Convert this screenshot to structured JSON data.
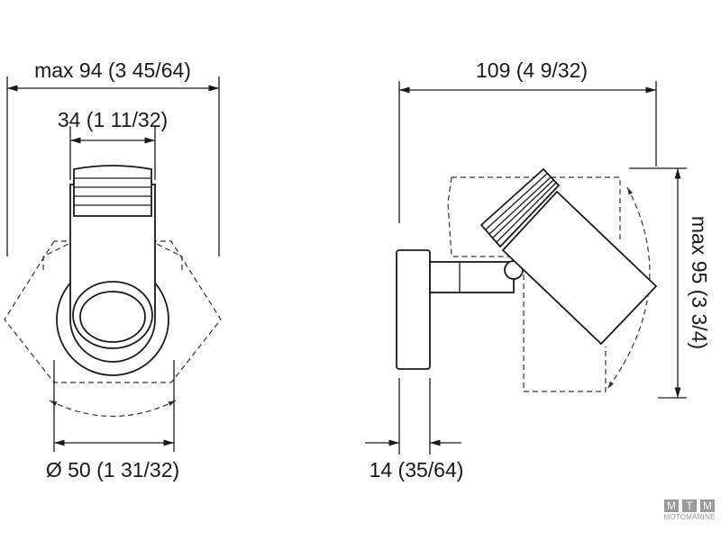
{
  "front_view": {
    "overall_width": "max 94 (3 45/64)",
    "head_width": "34 (1 11/32)",
    "base_diameter": "Ø 50 (1 31/32)"
  },
  "side_view": {
    "depth": "109 (4 9/32)",
    "height": "max 95 (3 3/4)",
    "base_thickness": "14 (35/64)"
  },
  "watermark": {
    "letters": [
      "M",
      "T",
      "M"
    ],
    "name": "MOTOMARINE"
  }
}
